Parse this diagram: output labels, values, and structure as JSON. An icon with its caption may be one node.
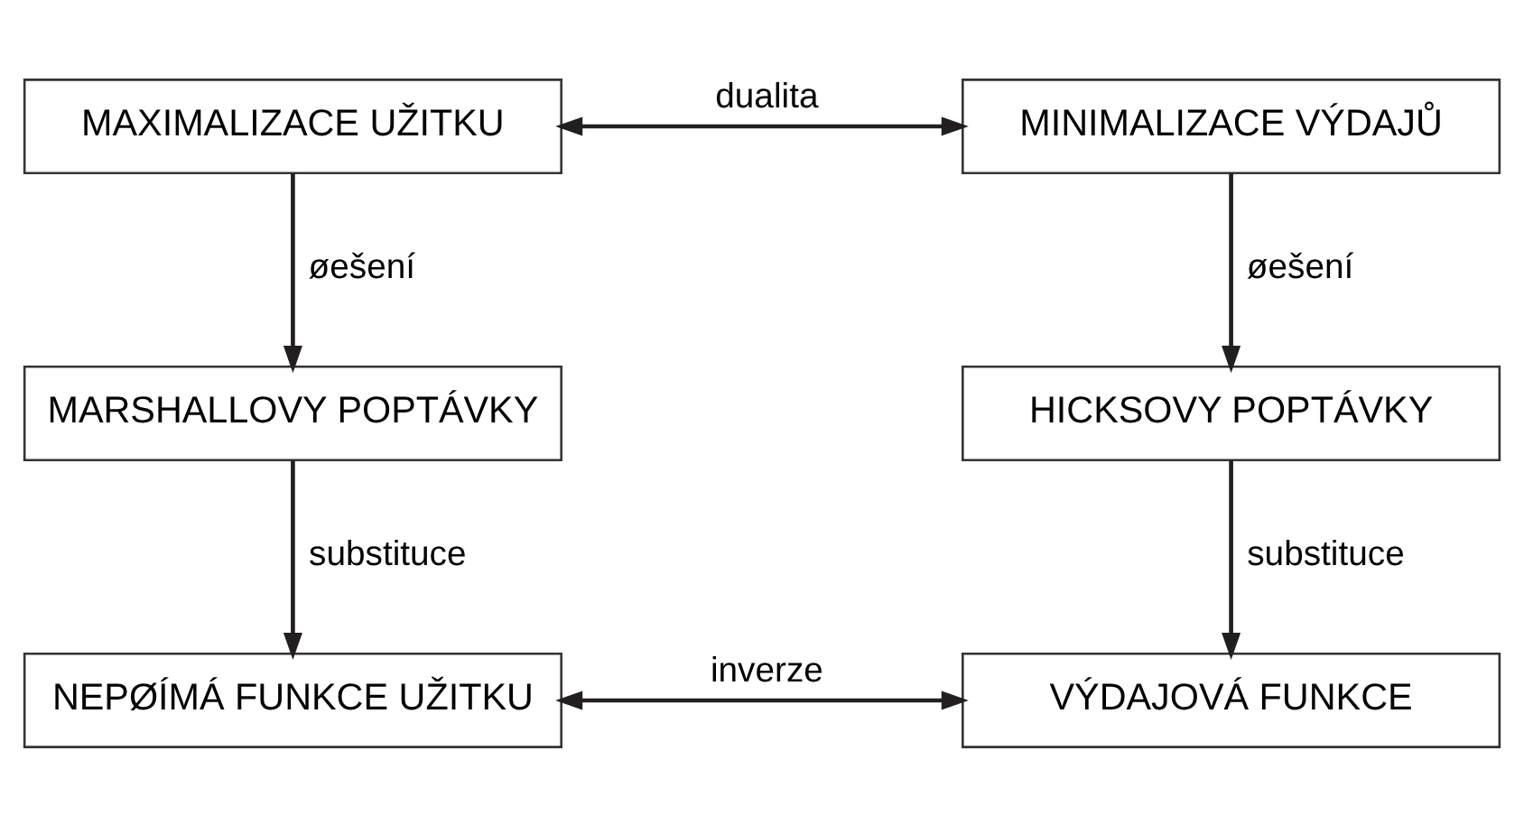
{
  "diagram": {
    "nodes": [
      {
        "text": [
          "MAXIMALIZACE UŽITKU"
        ]
      },
      {
        "text": [
          "MINIMALIZACE VÝDAJŮ"
        ]
      },
      {
        "text": [
          "MARSHALLOVY POPTÁVKY"
        ]
      },
      {
        "text": [
          "HICKSOVY POPTÁVKY"
        ]
      },
      {
        "text": [
          "NEPØÍMÁ FUNKCE UŽITKU"
        ]
      },
      {
        "text": [
          "VÝDAJOVÁ FUNKCE"
        ]
      }
    ],
    "edges": [
      {
        "from": 0,
        "to": 1,
        "arrow": "both",
        "label": "dualita"
      },
      {
        "from": 0,
        "to": 2,
        "arrow": "to",
        "label": "øešení"
      },
      {
        "from": 1,
        "to": 3,
        "arrow": "to",
        "label": "øešení"
      },
      {
        "from": 2,
        "to": 4,
        "arrow": "to",
        "label": "substituce"
      },
      {
        "from": 3,
        "to": 5,
        "arrow": "to",
        "label": "substituce"
      },
      {
        "from": 4,
        "to": 5,
        "arrow": "both",
        "label": "inverze"
      }
    ]
  }
}
